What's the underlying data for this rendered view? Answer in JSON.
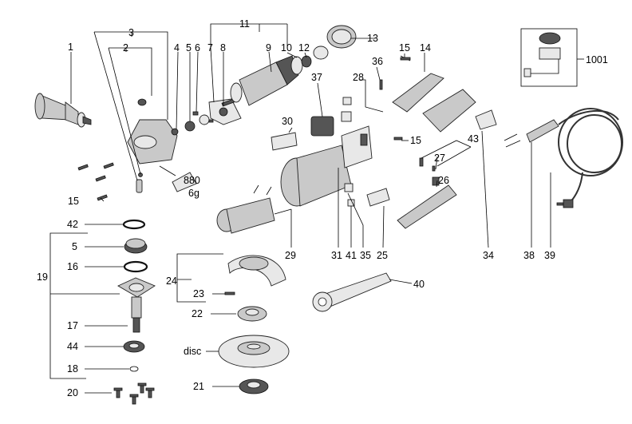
{
  "labels": {
    "p1": "1",
    "p2": "2",
    "p3": "3",
    "p4": "4",
    "p5": "5",
    "p6": "6",
    "p7": "7",
    "p8": "8",
    "p9": "9",
    "p10": "10",
    "p11": "11",
    "p12": "12",
    "p13": "13",
    "p14": "14",
    "p15": "15",
    "p15b": "15",
    "p15c": "15",
    "p16": "16",
    "p17": "17",
    "p18": "18",
    "p19": "19",
    "p20": "20",
    "p21": "21",
    "p22": "22",
    "p23": "23",
    "p24": "24",
    "p25": "25",
    "p26": "26",
    "p27": "27",
    "p28": "28",
    "p29": "29",
    "p30": "30",
    "p31": "31",
    "p34": "34",
    "p35": "35",
    "p36": "36",
    "p37": "37",
    "p38": "38",
    "p39": "39",
    "p40": "40",
    "p41": "41",
    "p42": "42",
    "p43": "43",
    "p44": "44",
    "p5b": "5",
    "p880": "880",
    "p6g": "6g",
    "disc": "disc",
    "p1001": "1001"
  }
}
